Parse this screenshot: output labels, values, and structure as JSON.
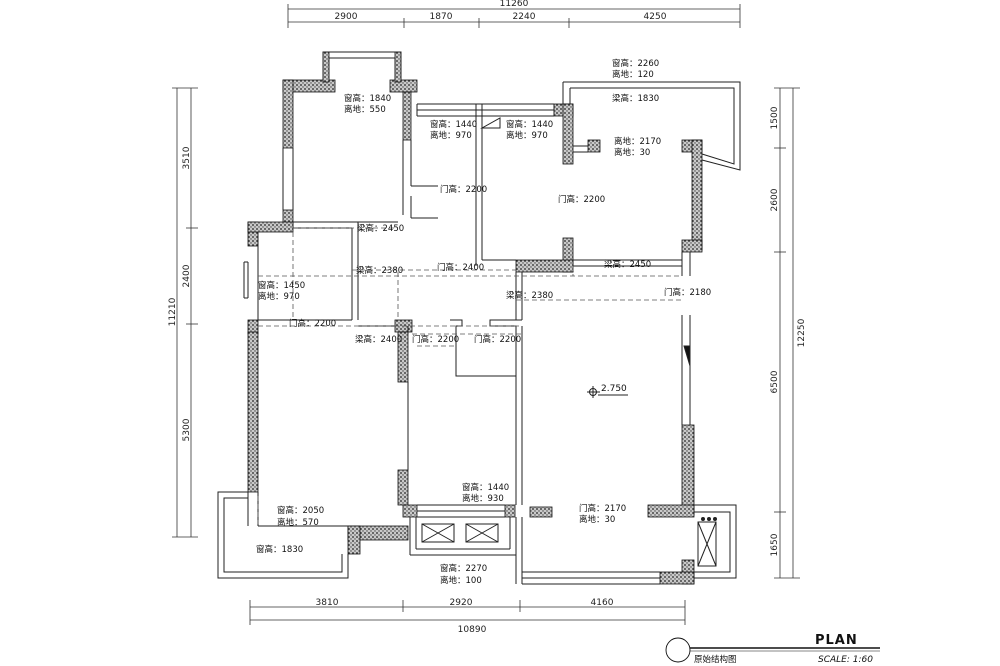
{
  "dims": {
    "top_total": "11260",
    "top": [
      "2900",
      "1870",
      "2240",
      "4250"
    ],
    "bottom": [
      "3810",
      "2920",
      "4160"
    ],
    "bottom_total": "10890",
    "left_total": "11210",
    "left": [
      "3510",
      "2400",
      "5300"
    ],
    "right_total": "12250",
    "right": [
      "1500",
      "2600",
      "6500",
      "1650"
    ]
  },
  "labels": {
    "a1": "窗高：1840",
    "a2": "离地：550",
    "b1": "窗高：1440",
    "b2": "离地：970",
    "c1": "窗高：1440",
    "c2": "离地：970",
    "d1": "窗高：2260",
    "d2": "离地：120",
    "e1": "梁高：1830",
    "f1": "离地：2170",
    "f2": "离地：30",
    "g1": "门高：2200",
    "h1": "门高：2200",
    "i1": "梁高：2450",
    "j1": "梁高：2380",
    "k1": "门高：2400",
    "l1": "梁高：2450",
    "m1": "窗高：1450",
    "m2": "离地：970",
    "n1": "梁高：2380",
    "o1": "门高：2180",
    "p1": "门高：2200",
    "q1": "梁高：2400",
    "r1": "门高：2200",
    "s1": "门高：2200",
    "t1": "2.750",
    "u1": "窗高：1440",
    "u2": "离地：930",
    "v1": "门高：2170",
    "v2": "离地：30",
    "w1": "窗高：2050",
    "w2": "离地：570",
    "x1": "窗高：1830",
    "y1": "窗高：2270",
    "y2": "离地：100"
  },
  "footer": {
    "plan": "PLAN",
    "caption": "原始结构图",
    "scale": "SCALE: 1:60"
  }
}
